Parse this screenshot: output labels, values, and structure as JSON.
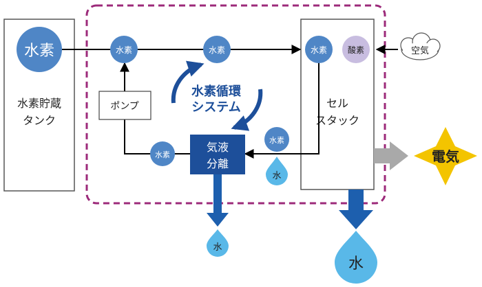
{
  "colors": {
    "molecule_blue": "#4f86c6",
    "oxygen_purple": "#c8bde0",
    "dark_box": "#1d4f9a",
    "water_blue": "#59b8e8",
    "arrow_blue": "#1d5fae",
    "loop_border": "#9c2a7a",
    "line_black": "#000000",
    "electricity_yellow": "#f3c400",
    "gray_arrow": "#a9a9a9"
  },
  "tank": {
    "label_line1": "水素貯蔵",
    "label_line2": "タンク",
    "hydrogen": "水素"
  },
  "molecules": {
    "h_top_1": "水素",
    "h_top_2": "水素",
    "h_stack": "水素",
    "o_stack": "酸素",
    "h_return": "水素",
    "h_from_stack": "水素"
  },
  "air": "空気",
  "pump": "ポンプ",
  "separator": {
    "line1": "気液",
    "line2": "分離"
  },
  "cycle": {
    "line1": "水素循環",
    "line2": "システム"
  },
  "stack": {
    "line1": "セル",
    "line2": "スタック"
  },
  "water": {
    "small_stack": "水",
    "small_separator": "水",
    "large_stack": "水"
  },
  "electricity": "電気"
}
